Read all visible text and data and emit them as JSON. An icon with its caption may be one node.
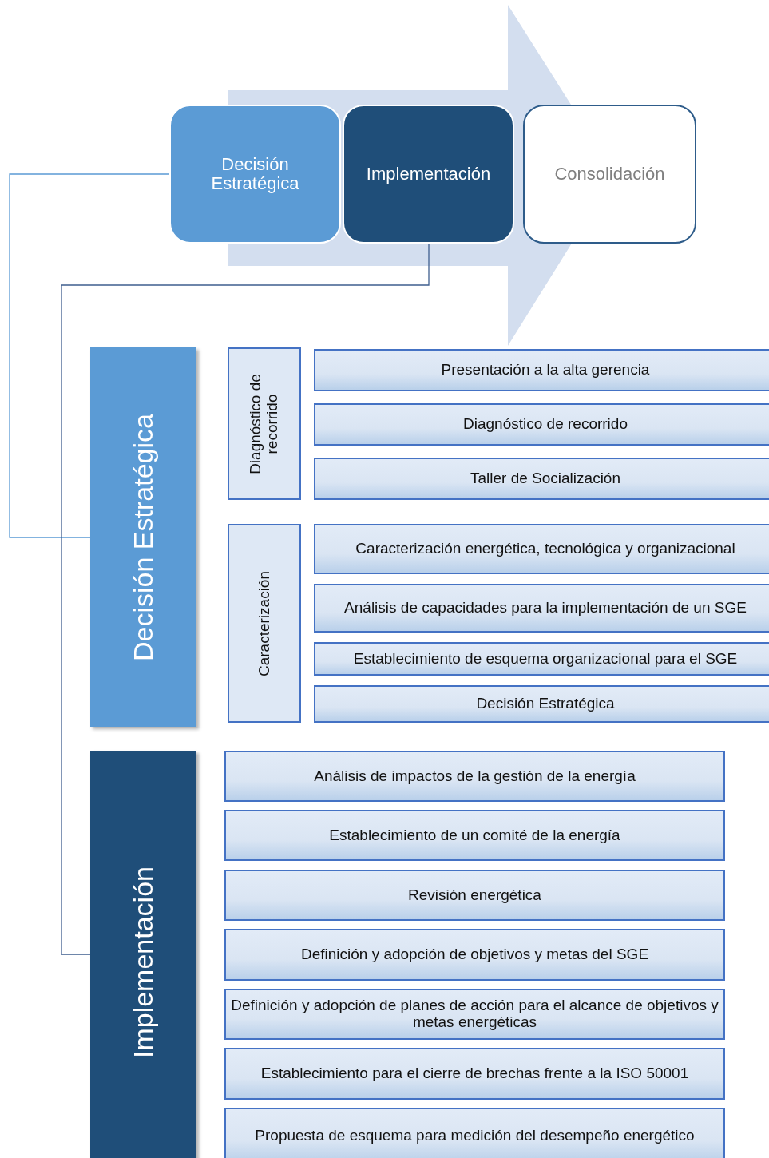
{
  "diagram": {
    "nodes": [
      {
        "text": [
          "Decisión Estratégica"
        ]
      },
      {
        "text": [
          "Implementación"
        ]
      },
      {
        "text": [
          "Consolidación"
        ]
      },
      {
        "text": [
          "Decisión Estratégica"
        ]
      },
      {
        "text": [
          "Diagnóstico de recorrido"
        ]
      },
      {
        "text": [
          "Presentación a la alta gerencia"
        ]
      },
      {
        "text": [
          "Diagnóstico de recorrido"
        ]
      },
      {
        "text": [
          "Taller de Socialización"
        ]
      },
      {
        "text": [
          "Caracterización"
        ]
      },
      {
        "text": [
          "Caracterización energética, tecnológica y organizacional"
        ]
      },
      {
        "text": [
          "Análisis de capacidades para la implementación de un SGE"
        ]
      },
      {
        "text": [
          "Establecimiento de esquema organizacional para el SGE"
        ]
      },
      {
        "text": [
          "Decisión Estratégica"
        ]
      },
      {
        "text": [
          "Implementación"
        ]
      },
      {
        "text": [
          "Análisis de impactos de la gestión de la energía"
        ]
      },
      {
        "text": [
          "Establecimiento de un comité de la energía"
        ]
      },
      {
        "text": [
          "Revisión energética"
        ]
      },
      {
        "text": [
          "Definición y adopción de objetivos y metas del SGE"
        ]
      },
      {
        "text": [
          "Definición y adopción de planes de acción para el alcance de objetivos y metas energéticas"
        ]
      },
      {
        "text": [
          "Establecimiento para el cierre de brechas frente a la ISO 50001"
        ]
      },
      {
        "text": [
          "Propuesta de esquema para medición del desempeño energético"
        ]
      }
    ],
    "edges": [
      {
        "from": 0,
        "to": 3,
        "arrow": "none",
        "color": "#5b9bd5"
      },
      {
        "from": 1,
        "to": 13,
        "arrow": "none",
        "color": "#3f5f8f"
      },
      {
        "from": 0,
        "to": 2,
        "arrow": "to",
        "style": "thick",
        "color": "#d3deef"
      }
    ]
  }
}
